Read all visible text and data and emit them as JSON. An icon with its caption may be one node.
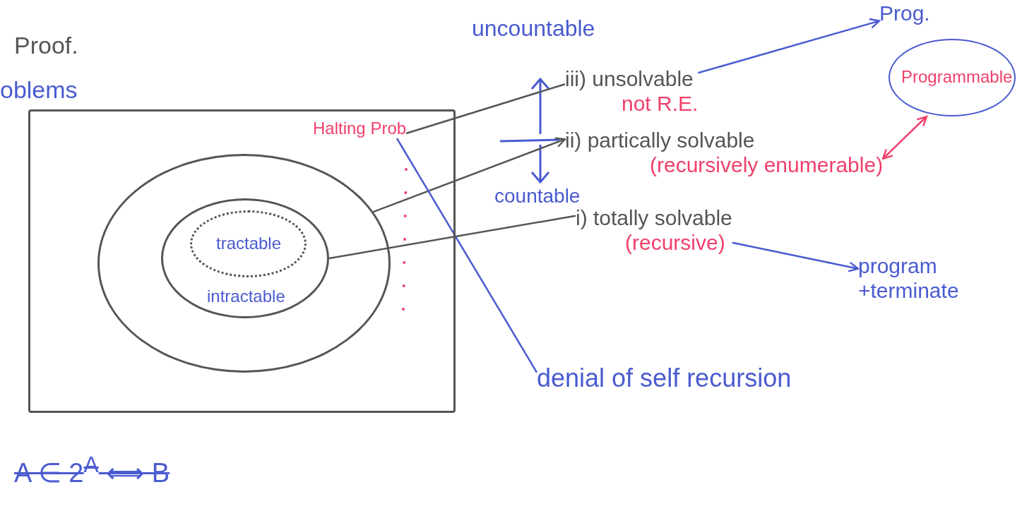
{
  "diagram": {
    "nodes": [
      {
        "text": [],
        "shape": "box"
      },
      {
        "text": [],
        "shape": "ellipse",
        "in": 0
      },
      {
        "text": [
          "intractable"
        ],
        "in": 1
      },
      {
        "text": [
          "tractable"
        ],
        "in": 2
      },
      {
        "text": [
          "Halting Prob"
        ],
        "in": 0
      },
      {
        "text": [
          "iii) unsolvable"
        ],
        "beside": [
          "not R.E."
        ]
      },
      {
        "text": [
          "ii) partically solvable"
        ],
        "beside": [
          "(recursively enumerable)"
        ]
      },
      {
        "text": [
          "i) totally solvable"
        ],
        "beside": [
          "(recursive)"
        ]
      },
      {
        "text": [
          "Prog."
        ]
      },
      {
        "text": [
          "Programmable"
        ]
      },
      {
        "text": [
          "program +terminate"
        ]
      },
      {
        "text": [
          "denial of self recursion"
        ]
      }
    ],
    "edges": [
      {
        "from": 4,
        "to": 5,
        "arrow": "none"
      },
      {
        "from": 1,
        "to": 6,
        "arrow": "to"
      },
      {
        "from": 2,
        "to": 7,
        "arrow": "none"
      },
      {
        "from": 5,
        "to": 8,
        "arrow": "to",
        "color": "#4a5bd0"
      },
      {
        "from": 9,
        "to": 6,
        "arrow": "both",
        "color": "#f0406a"
      },
      {
        "from": 7,
        "to": 10,
        "arrow": "to",
        "color": "#4a5bd0"
      },
      {
        "from": 4,
        "to": 11,
        "arrow": "none",
        "color": "#4a5bd0"
      }
    ],
    "labels": [
      "Proof.",
      "oblems",
      "uncountable",
      "countable",
      "A ∈ 2$^{A}$ ⟺ B"
    ]
  }
}
